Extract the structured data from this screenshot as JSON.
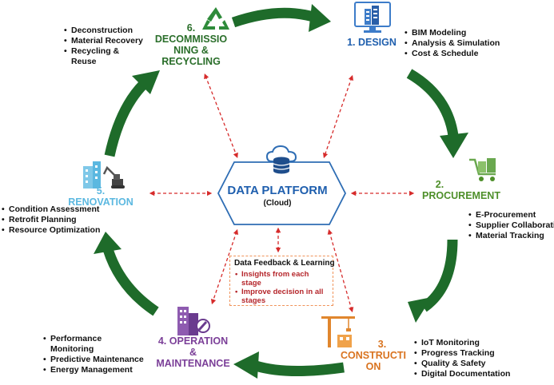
{
  "platform": {
    "title": "DATA PLATFORM",
    "subtitle": "(Cloud)"
  },
  "stages": [
    {
      "title": "1. DESIGN",
      "items": [
        "BIM Modeling",
        "Analysis & Simulation",
        "Cost & Schedule"
      ]
    },
    {
      "title_lines": [
        "2.",
        "PROCUREMENT"
      ],
      "items": [
        "E-Procurement",
        "Supplier Collaboration",
        "Material Tracking"
      ]
    },
    {
      "title_lines": [
        "3.",
        "CONSTRUCTI",
        "ON"
      ],
      "items": [
        "IoT Monitoring",
        "Progress Tracking",
        "Quality & Safety",
        "Digital Documentation"
      ]
    },
    {
      "title_lines": [
        "4. OPERATION",
        "&",
        "MAINTENANCE"
      ],
      "items": [
        "Performance Monitoring",
        "Predictive Maintenance",
        "Energy Management"
      ]
    },
    {
      "title_lines": [
        "5.",
        "RENOVATION"
      ],
      "items": [
        "Condition Assessment",
        "Retrofit Planning",
        "Resource Optimization"
      ]
    },
    {
      "title_lines": [
        "6.",
        "DECOMMISSIO",
        "NING &",
        "RECYCLING"
      ],
      "items": [
        "Deconstruction",
        "Material Recovery",
        "Recycling & Reuse"
      ]
    }
  ],
  "feedback": {
    "title": "Data Feedback & Learning",
    "items": [
      "Insights from each stage",
      "Improve decision in all stages"
    ]
  },
  "colors": {
    "design": "#1f5fae",
    "procurement": "#4e8f2a",
    "construction": "#d9731f",
    "operation": "#7b3f98",
    "renovation": "#5bb8e0",
    "recycling": "#2a6e2a",
    "arrow": "#1e6b2a",
    "dashed": "#d62b2b",
    "platform_border": "#2e6db4",
    "feedback_border": "#f0935a"
  }
}
